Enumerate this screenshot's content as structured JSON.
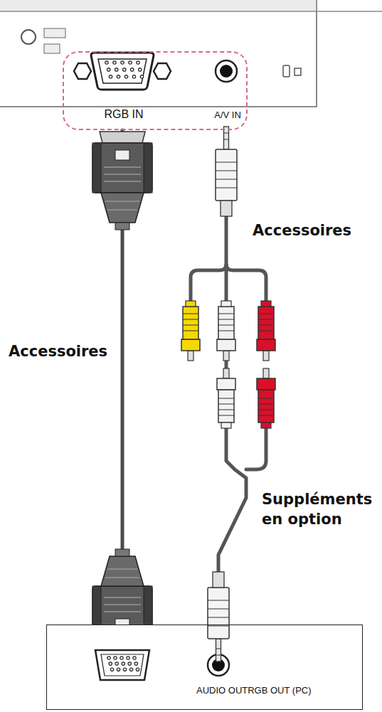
{
  "diagram": {
    "nodes": [
      {
        "text": [
          "RGB IN",
          "A/V IN"
        ]
      },
      {
        "text": [
          "AUDIO OUTRGB OUT (PC)"
        ]
      }
    ],
    "edges": [
      {
        "from": 0,
        "to": 1,
        "arrow": "none",
        "label": "Accessoires"
      },
      {
        "from": 0,
        "to": 1,
        "arrow": "none"
      }
    ],
    "labels": [
      "Accessoires",
      "Suppléments en option"
    ]
  }
}
